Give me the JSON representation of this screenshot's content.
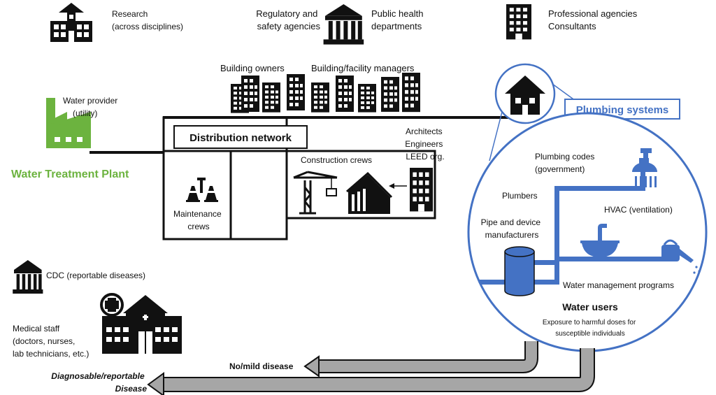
{
  "stakeholders": {
    "research": [
      "Research",
      "(across disciplines)"
    ],
    "regulatory": [
      "Regulatory and",
      "safety agencies"
    ],
    "public_health": [
      "Public health",
      "departments"
    ],
    "professional": [
      "Professional agencies",
      "Consultants"
    ]
  },
  "owners": {
    "building_owners": "Building owners",
    "facility_managers": "Building/facility managers"
  },
  "water_provider": [
    "Water provider",
    "(utility)"
  ],
  "water_treatment_plant": "Water Treatment Plant",
  "distribution_network": "Distribution network",
  "maintenance_crews": [
    "Maintenance",
    "crews"
  ],
  "construction_crews": "Construction crews",
  "architects": [
    "Architects",
    "Engineers",
    "LEED org."
  ],
  "plumbing_systems": "Plumbing systems",
  "plumbing": {
    "codes": [
      "Plumbing codes",
      "(government)"
    ],
    "plumbers": "Plumbers",
    "hvac": "HVAC (ventilation)",
    "manufacturers": [
      "Pipe and device",
      "manufacturers"
    ],
    "water_management": "Water management programs",
    "water_users": "Water users",
    "exposure": [
      "Exposure to harmful doses for",
      "susceptible individuals"
    ]
  },
  "cdc": "CDC (reportable diseases)",
  "medical_staff": [
    "Medical staff",
    "(doctors, nurses,",
    "lab technicians, etc.)"
  ],
  "outcomes": {
    "mild": "No/mild disease",
    "reportable": [
      "Diagnosable/reportable",
      "Disease"
    ]
  },
  "colors": {
    "green": "#6cb33f",
    "blue": "#4472c4",
    "gray": "#a6a6a6",
    "black": "#111111"
  }
}
